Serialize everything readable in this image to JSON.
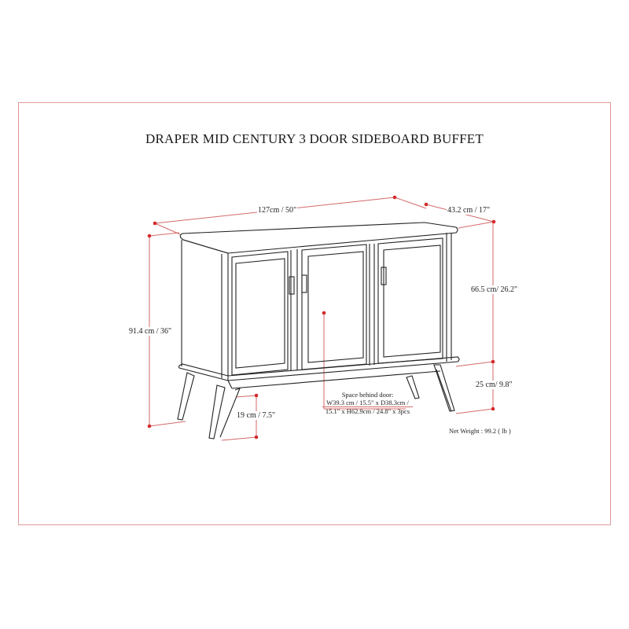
{
  "title": "DRAPER MID CENTURY 3 DOOR SIDEBOARD BUFFET",
  "colors": {
    "frame": "#e19a9a",
    "dimension_line": "#d46a6a",
    "dimension_dot": "#d42a2a",
    "drawing_line": "#222222"
  },
  "dimensions": {
    "width": "127cm / 50\"",
    "depth": "43.2 cm / 17\"",
    "total_height": "91.4 cm / 36\"",
    "cabinet_height": "66.5 cm/ 26.2\"",
    "leg_height": "25 cm/ 9.8\"",
    "ground_clearance": "19 cm / 7.5\""
  },
  "space_behind_door": {
    "line1": "Space behind door:",
    "line2": "W39.3 cm / 15.5\" x D38.3cm /",
    "line3": "15.1\" x H62.9cm / 24.8\" x 3pcs"
  },
  "net_weight": "Net Weight : 99.2 ( lb )"
}
